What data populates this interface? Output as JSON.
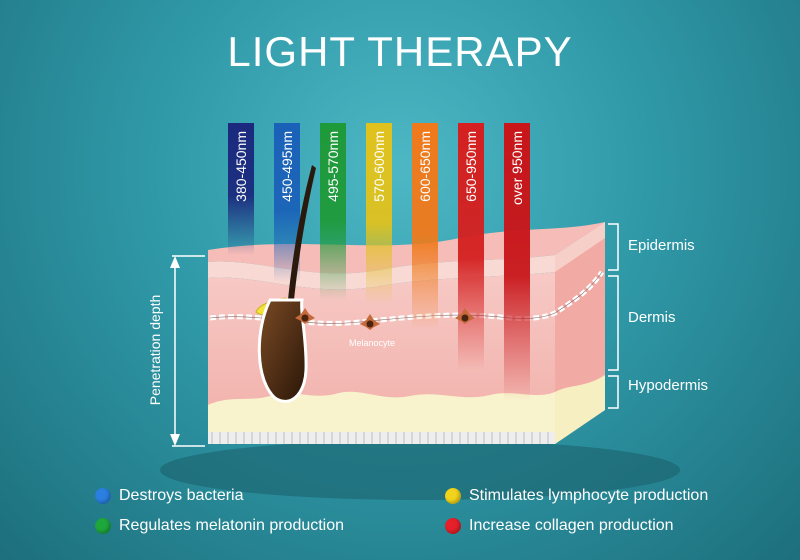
{
  "title": "LIGHT THERAPY",
  "wavelengths": [
    {
      "label": "380-450nm",
      "color": "#1b2a7e"
    },
    {
      "label": "450-495nm",
      "color": "#1a62b8"
    },
    {
      "label": "495-570nm",
      "color": "#1f9a3a"
    },
    {
      "label": "570-600nm",
      "color": "#e0c21e"
    },
    {
      "label": "600-650nm",
      "color": "#ef7a1c"
    },
    {
      "label": "650-950nm",
      "color": "#d42020"
    },
    {
      "label": "over  950nm",
      "color": "#c8161a"
    }
  ],
  "layers": {
    "epidermis": "Epidermis",
    "dermis": "Dermis",
    "hypodermis": "Hypodermis"
  },
  "penetration_label": "Penetration depth",
  "melanocyte_label": "Melanocyte",
  "legend": [
    {
      "label": "Destroys bacteria",
      "color": "#2b7fe0"
    },
    {
      "label": "Stimulates lymphocyte production",
      "color": "#f2d31c"
    },
    {
      "label": "Regulates melatonin production",
      "color": "#1ea73c"
    },
    {
      "label": "Increase collagen production",
      "color": "#e5202a"
    }
  ]
}
